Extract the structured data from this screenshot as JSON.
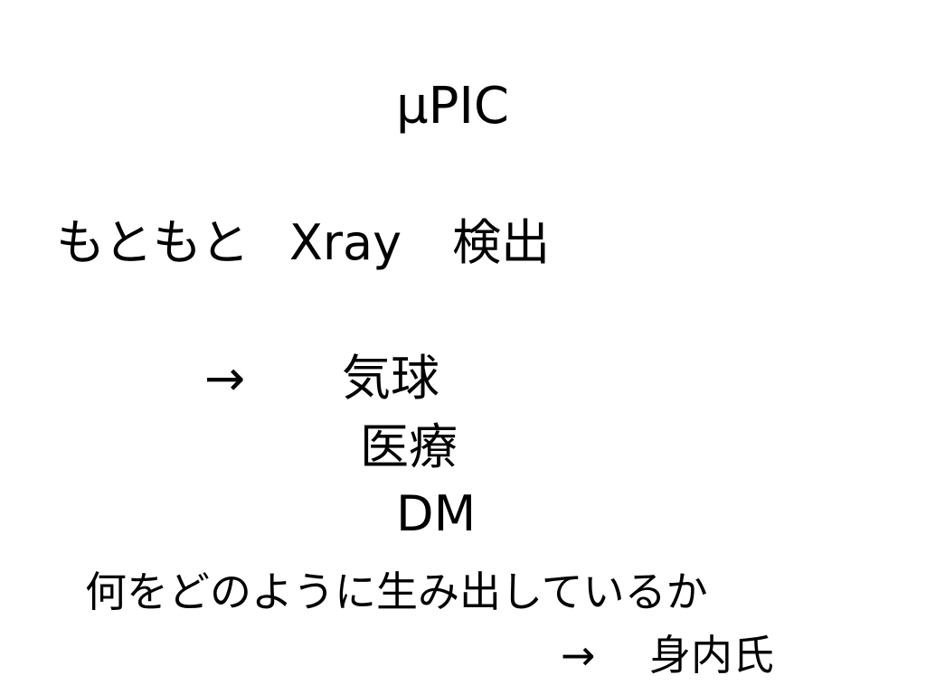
{
  "slide": {
    "title": "µPIC",
    "origin": {
      "prefix": "もともと",
      "subject": "Xray",
      "verb": "検出"
    },
    "arrow_1": "→",
    "applications": [
      "気球",
      "医療",
      "DM"
    ],
    "question": "何をどのように生み出しているか",
    "arrow_2": "→",
    "answer": "身内氏"
  }
}
